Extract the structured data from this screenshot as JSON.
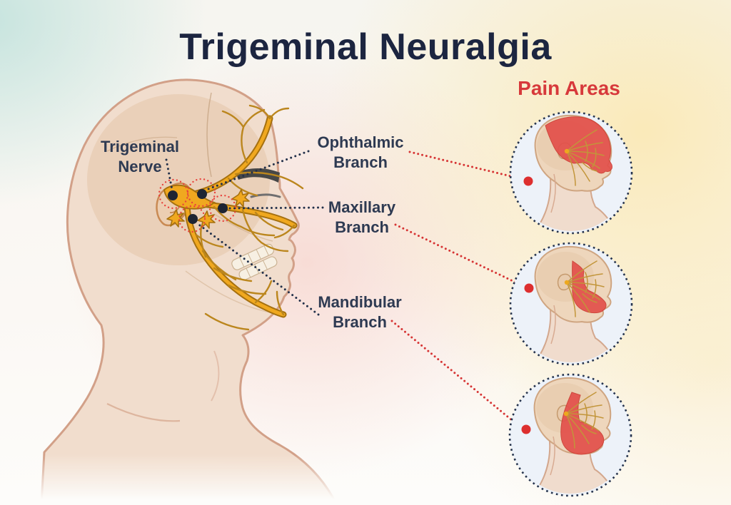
{
  "title": "Trigeminal Neuralgia",
  "subtitle": "Pain Areas",
  "labels": {
    "trigeminal_nerve": "Trigeminal Nerve",
    "ophthalmic_branch": "Ophthalmic Branch",
    "maxillary_branch": "Maxillary Branch",
    "mandibular_branch": "Mandibular Branch"
  },
  "pain_circles": [
    {
      "id": "ophthalmic",
      "highlighted_region": "forehead-scalp-and-eye"
    },
    {
      "id": "maxillary",
      "highlighted_region": "cheek-nose-upper-lip"
    },
    {
      "id": "mandibular",
      "highlighted_region": "jaw-chin-lower-lip"
    }
  ],
  "palette": {
    "title_color": "#1c2540",
    "accent_red": "#d7393b",
    "label_color": "#2e3a52",
    "leader_dot_navy": "#22304a",
    "pain_line_red": "#d63434",
    "pain_dot_red": "#dd2f2f",
    "nerve_orange": "#f0a81f",
    "nerve_outline": "#a5700f",
    "nerve_twig": "#bb861d",
    "skin": "#f1ddcd",
    "skin_outline": "#d2a088",
    "skull_tan": "#e0bf9e",
    "pain_area_red": "#e2504a",
    "circle_fill": "#edf2f9",
    "circle_border": "#25334d",
    "bg_left_teal": "#bee1db",
    "bg_right_cream": "#faeab6",
    "bg_center_pink": "#f6c6be"
  }
}
